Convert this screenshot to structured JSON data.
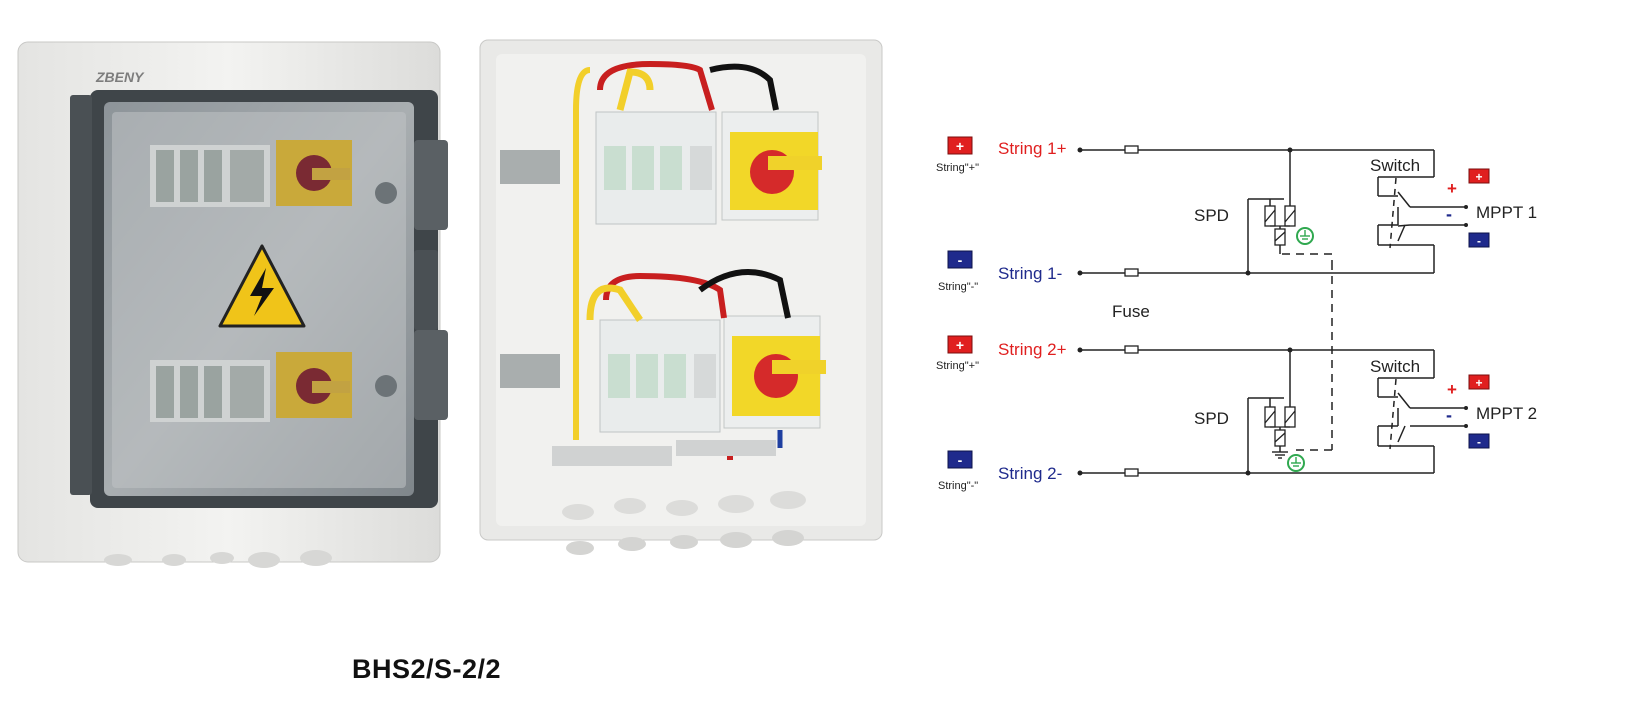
{
  "product": {
    "brand": "ZBENY",
    "model": "BHS2/S-2/2"
  },
  "diagram": {
    "strings": [
      {
        "label": "String 1+",
        "badge": "+",
        "tag": "String\"+\"",
        "polarity": "positive"
      },
      {
        "label": "String 1-",
        "badge": "-",
        "tag": "String\"-\"",
        "polarity": "negative"
      },
      {
        "label": "String 2+",
        "badge": "+",
        "tag": "String\"+\"",
        "polarity": "positive"
      },
      {
        "label": "String 2-",
        "badge": "-",
        "tag": "String\"-\"",
        "polarity": "negative"
      }
    ],
    "spd_label": "SPD",
    "fuse_label": "Fuse",
    "switch_label": "Switch",
    "mppt": [
      {
        "label": "MPPT 1",
        "plus": "+",
        "minus": "-"
      },
      {
        "label": "MPPT 2",
        "plus": "+",
        "minus": "-"
      }
    ],
    "colors": {
      "positive": "#e01f1f",
      "negative": "#1f2a8c",
      "wire": "#222222",
      "earth": "#2fa84f"
    }
  }
}
